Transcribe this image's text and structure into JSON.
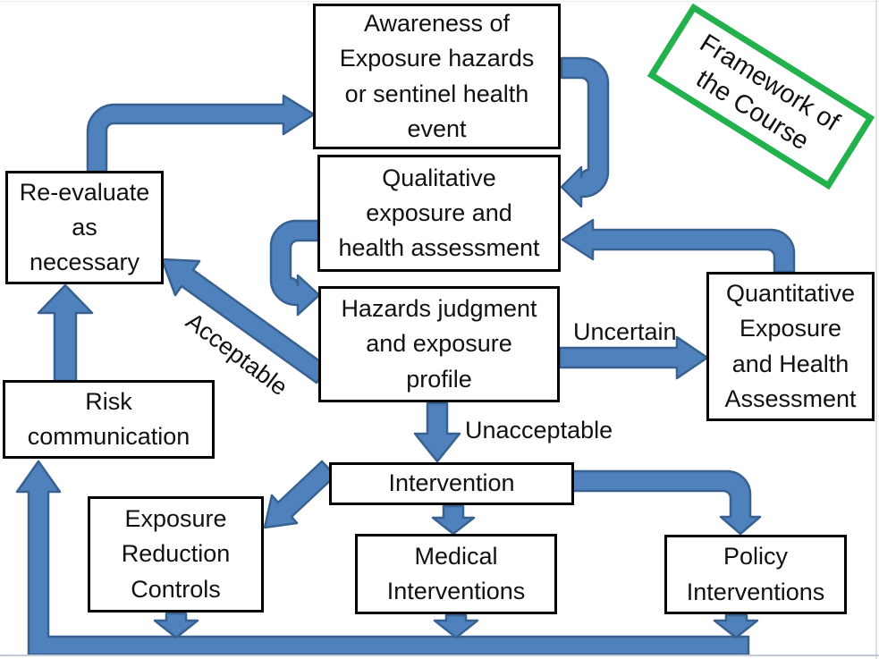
{
  "badge": {
    "text": "Framework of\nthe Course"
  },
  "boxes": {
    "awareness": {
      "text": "Awareness of\nExposure hazards\nor sentinel health\nevent"
    },
    "qualitative": {
      "text": "Qualitative\nexposure and\nhealth assessment"
    },
    "hazards": {
      "text": "Hazards judgment\nand exposure\nprofile"
    },
    "quantitative": {
      "text": "Quantitative\nExposure\nand Health\nAssessment"
    },
    "reevaluate": {
      "text": "Re-evaluate\nas\nnecessary"
    },
    "risk": {
      "text": "Risk\ncommunication"
    },
    "intervention": {
      "text": "Intervention"
    },
    "erc": {
      "text": "Exposure\nReduction\nControls"
    },
    "medical": {
      "text": "Medical\nInterventions"
    },
    "policy": {
      "text": "Policy\nInterventions"
    }
  },
  "edge_labels": {
    "acceptable": "Acceptable",
    "uncertain": "Uncertain",
    "unacceptable": "Unacceptable"
  },
  "colors": {
    "arrow_fill": "#4f81bd",
    "arrow_stroke": "#38618f",
    "box_border": "#000000",
    "badge_border": "#22b14c"
  }
}
